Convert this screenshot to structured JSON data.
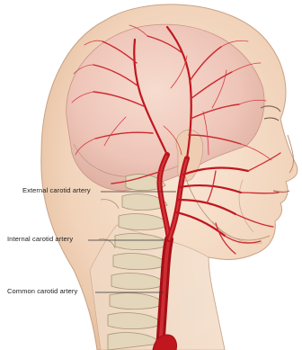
{
  "labels": {
    "external": "External carotid artery",
    "internal": "Internal carotid artery",
    "common": "Common carotid artery"
  },
  "colors": {
    "background": "#ffffff",
    "artery": "#c8161e",
    "artery_highlight": "#e8434a",
    "skin": "#f3d9c2",
    "skull": "#ead0b5",
    "spine": "#e6dcc3",
    "label_text": "#1c1c1c"
  }
}
